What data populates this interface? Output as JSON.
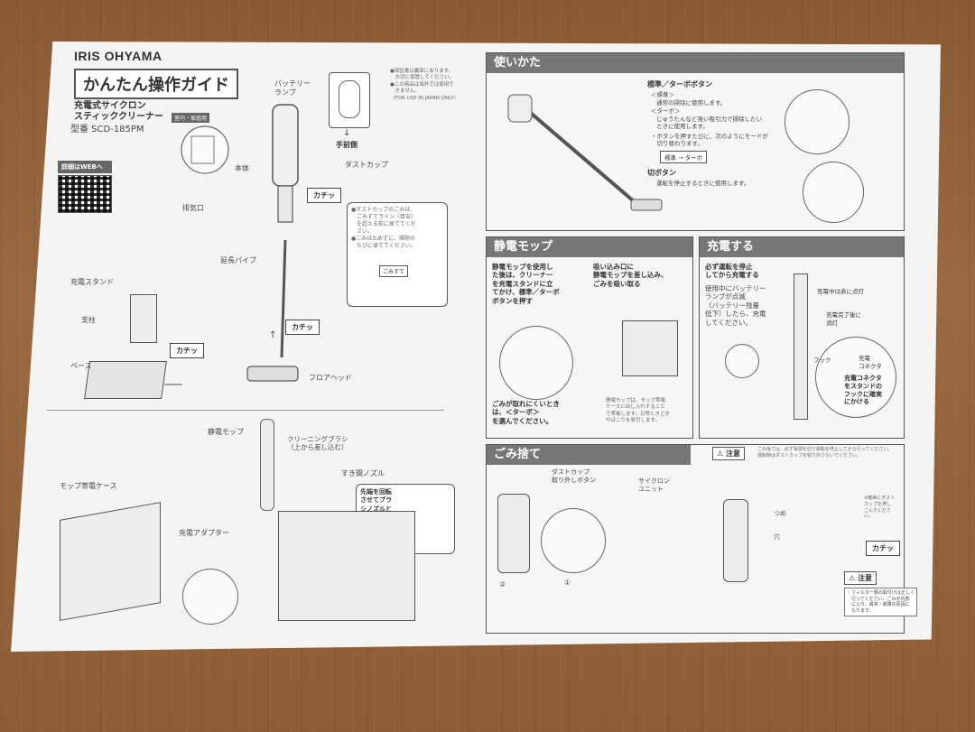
{
  "brand": "IRIS OHYAMA",
  "guide_title": "かんたん操作ガイド",
  "product": {
    "name_line1": "充電式サイクロン",
    "name_line2": "スティッククリーナー",
    "usage_badge": "室内・家庭用",
    "model": "型番 SCD-185PM"
  },
  "web_label": "詳細はWEBへ",
  "notes_top": "●保証書は裏面にあります。\n　大切に保管してください。\n●この商品は海外では使用で\n　きません。\n（FOR USE IN JAPAN ONLY）",
  "parts": {
    "battery_lamp": "バッテリー\nランプ",
    "front_side": "手前側",
    "body": "本体",
    "dust_cup": "ダストカップ",
    "exhaust": "排気口",
    "click1": "カチッ",
    "dust_note": "●ダストカップのごみは、\n　ごみすてライン（目安）\n　を超える前に捨ててくだ\n　さい。\n●ごみはためずに、掃除の\n　たびに捨ててください。",
    "dust_line": "ごみすて",
    "extension_pipe": "延長パイプ",
    "charging_stand": "充電スタンド",
    "pillar": "支柱",
    "base": "ベース",
    "click2": "カチッ",
    "click3": "カチッ",
    "floor_head": "フロアヘッド"
  },
  "accessories": {
    "static_mop": "静電モップ",
    "cleaning_brush": "クリーニングブラシ\n（上から差し込む）",
    "crevice_nozzle": "すき間ノズル",
    "nozzle_tip": "先端を回転\nさせてブラ\nシノズルと\nしても使用\nできます。",
    "mop_case": "モップ帯電ケース",
    "charge_adapter": "充電アダプター"
  },
  "section_usage": {
    "title": "使いかた",
    "button_title": "標準／ターボボタン",
    "std_label": "＜標準＞",
    "std_desc": "通常の掃除に使用します。",
    "turbo_label": "＜ターボ＞",
    "turbo_desc": "じゅうたんなど強い吸引力で掃除したい\nときに使用します。",
    "switch_desc": "・ボタンを押すたびに、次のようにモードが\n　切り替わります。",
    "mode_flow": "標準 → ターボ",
    "off_title": "切ボタン",
    "off_desc": "運転を停止するときに使用します。"
  },
  "section_mop": {
    "title": "静電モップ",
    "text1": "静電モップを使用し\nた後は、クリーナー\nを充電スタンドに立\nてかけ、標準／ターボ\nボタンを押す",
    "text2": "吸い込み口に\n静電モップを差し込み、\nごみを吸い取る",
    "text3": "ごみが取れにくいとき\nは、＜ターボ＞\nを選んでください。",
    "note": "静電モップは、モップ帯電\nケースに出し入れすること\nで帯電します。日常ときどき\nやほこりを吸引します。"
  },
  "section_charge": {
    "title": "充電する",
    "text1": "必ず運転を停止\nしてから充電する",
    "text2": "使用中にバッテリー\nランプが点滅\n（バッテリー残量\n低下）したら、充電\nしてください。",
    "charging": "充電中は赤に点灯",
    "charged": "充電完了後に\n消灯",
    "hook": "フック",
    "connector": "充電\nコネクタ",
    "connector_desc": "充電コネクタ\nをスタンドの\nフックに確実\nにかける"
  },
  "section_dust": {
    "title": "ごみ捨て",
    "caution": "注意",
    "caution_text": "ごみ捨ては、必ず電源を切り運転を停止してから行ってください。\n運転時はダストカップを取り外さないでください。",
    "release_btn": "ダストカップ\n取り外しボタン",
    "cyclone": "サイクロン\nユニット",
    "tab": "つめ",
    "hole": "穴",
    "reattach": "※確実にダスト\nカップを押し\nこんでくださ\nい。",
    "click": "カチッ",
    "caution2": "注意",
    "caution2_text": "・フィルター類の取付けは正しく\n　行ってください。ごみが内部\n　に入り、異常・故障の原因に\n　なります。",
    "num1": "①",
    "num2": "②"
  }
}
